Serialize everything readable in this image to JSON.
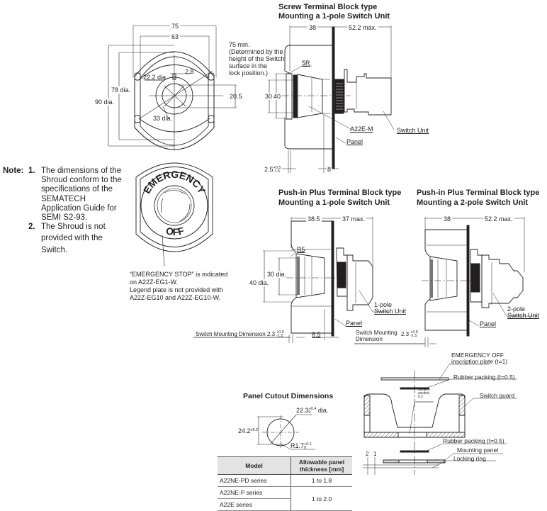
{
  "front_view": {
    "dim_75": "75",
    "dim_63": "63",
    "dim_78": "78 dia.",
    "dim_90": "90 dia.",
    "dim_22_2": "22.2 dia",
    "dim_2_8": "2.8",
    "dim_33": "33 dia.",
    "dim_20_5": "20.5",
    "note_75min": [
      "75 min.",
      "(Determined by the",
      "height of the Switch",
      "surface in the",
      "lock position.)"
    ]
  },
  "notes": {
    "prefix": "Note:",
    "items": [
      {
        "num": "1.",
        "lines": [
          "The dimensions of the",
          "Shroud conform to the",
          "specifications of the",
          "SEMATECH",
          "Application Guide for",
          "SEMI S2-93."
        ]
      },
      {
        "num": "2.",
        "lines": [
          "The Shroud is not",
          "provided with the",
          "Switch."
        ]
      }
    ]
  },
  "emergency_button": {
    "legend_top": "EMERGENCY",
    "legend_bottom": "OFF",
    "caption": [
      "“EMERGENCY STOP” is indicated",
      "on A22Z-EG1-W.",
      "Legend plate is not provided with",
      "A22Z-EG10 and A22Z-EG10-W."
    ]
  },
  "screw_terminal": {
    "title": [
      "Screw Terminal Block type",
      "Mounting a 1-pole Switch Unit"
    ],
    "dim_38": "38",
    "dim_52": "52.2 max.",
    "dim_5R": "5R",
    "dim_30": "30",
    "dim_40": "40",
    "label_a22em": "A22E-M",
    "label_switch_unit": "Switch Unit",
    "label_panel": "Panel",
    "dim_2_5": "2.5",
    "dim_2_5_tol_plus": "+0.5",
    "dim_2_5_tol_minus": "-1.5",
    "dim_8": "8"
  },
  "pushin_1pole": {
    "title": [
      "Push-in Plus Terminal Block type",
      "Mounting a 1-pole Switch Unit"
    ],
    "dim_38_5": "38.5",
    "dim_37": "37 max.",
    "dim_R5": "R5",
    "dim_30": "30 dia.",
    "dim_40": "40 dia.",
    "label_switch_unit": [
      "1-pole",
      "Switch Unit"
    ],
    "label_panel": "Panel",
    "mount_dim_label": "Switch Mounting Dimension",
    "mount_dim_value": "2.3",
    "tol_plus": "+0.5",
    "tol_minus": "-1.5",
    "dim_8_5": "8.5"
  },
  "pushin_2pole": {
    "title": [
      "Push-in Plus Terminal Block  type",
      "Mounting a 2-pole Switch Unit"
    ],
    "dim_38": "38",
    "dim_52": "52.2 max.",
    "label_switch_unit": [
      "2-pole",
      "Switch Unit"
    ],
    "label_panel": "Panel",
    "mount_dim_label": [
      "Switch Mounting",
      "Dimension"
    ],
    "mount_dim_value": "2.3",
    "tol_plus": "+0.5",
    "tol_minus": "-1.5"
  },
  "panel_cutout": {
    "title": "Panel Cutout Dimensions",
    "dim_dia": "22.3",
    "dim_dia_tol_plus": "+0.4",
    "dim_dia_tol_minus": "0",
    "dim_dia_suffix": " dia.",
    "dim_24": "24.2",
    "dim_24_tol": "±0.2",
    "dim_r": "R1.7",
    "dim_r_tol_plus": "+0.1",
    "dim_r_tol_minus": "0",
    "table": {
      "headers": [
        "Model",
        "Allowable panel thickness [mm]"
      ],
      "rows": [
        {
          "model": "A22NE-PD series",
          "thickness": "1 to 1.8"
        },
        {
          "model": "A22NE-P series",
          "thickness": "1 to 2.0"
        },
        {
          "model": "A22E series",
          "thickness": ""
        }
      ]
    }
  },
  "exploded_view": {
    "label_plate": [
      "EMERGENCY OFF",
      "inscription plate (t=1)"
    ],
    "label_rubber_top": "Rubber packing (t=0.5)",
    "label_sunken": [
      "Sunken",
      "section,",
      "0.2"
    ],
    "label_guard": "Switch guard",
    "label_rubber_bottom": "Rubber packing (t=0.5)",
    "label_mounting_panel": "Mounting panel",
    "label_locking_ring": "Locking ring",
    "dim_2": "2",
    "dim_1": "1"
  }
}
